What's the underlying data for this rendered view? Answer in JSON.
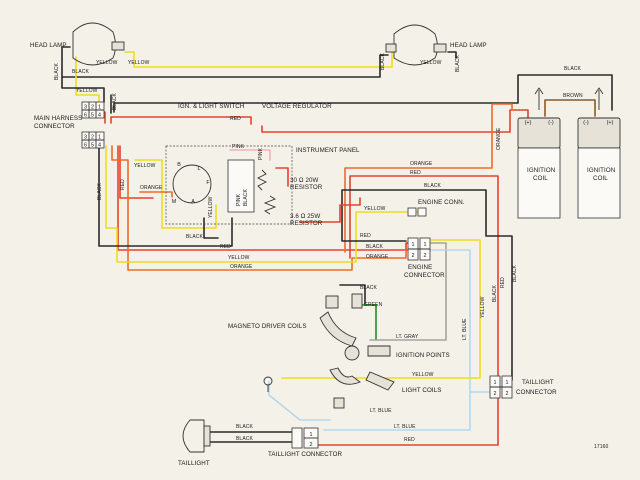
{
  "components": {
    "head_lamp_left": "HEAD LAMP",
    "head_lamp_right": "HEAD LAMP",
    "main_harness_connector": [
      "MAIN HARNESS",
      "CONNECTOR"
    ],
    "ign_light_switch": "IGN. & LIGHT SWITCH",
    "voltage_regulator": "VOLTAGE REGULATOR",
    "instrument_panel": "INSTRUMENT PANEL",
    "resistor_30": [
      "30 Ω 20W",
      "RESISTOR"
    ],
    "resistor_3_6": [
      "3.6 Ω 25W",
      "RESISTOR"
    ],
    "ignition_coil_left": [
      "IGNITION",
      "COIL"
    ],
    "ignition_coil_right": [
      "IGNITION",
      "COIL"
    ],
    "engine_conn": "ENGINE CONN.",
    "engine_connector": [
      "ENGINE",
      "CONNECTOR"
    ],
    "magneto_driver_coils": "MAGNETO DRIVER COILS",
    "ignition_points": "IGNITION POINTS",
    "light_coils": "LIGHT COILS",
    "taillight_connector_right": [
      "TAILLIGHT",
      "CONNECTOR"
    ],
    "taillight": "TAILLIGHT",
    "taillight_connector_bottom": "TAILLIGHT CONNECTOR",
    "figure_number": "17160"
  },
  "pins": {
    "main_harness_top": [
      "3",
      "2",
      "1",
      "6",
      "5",
      "4"
    ],
    "main_harness_bottom": [
      "3",
      "2",
      "1",
      "6",
      "5",
      "4"
    ],
    "engine_connector": [
      "1",
      "2",
      "1",
      "2"
    ],
    "taillight_connector_right": [
      "1",
      "2",
      "1",
      "2"
    ],
    "taillight_connector_bottom": [
      "1",
      "2"
    ],
    "coil_terminals": [
      "(+)",
      "(-)",
      "(-)",
      "(+)"
    ],
    "switch_terminals": [
      "B",
      "L",
      "M",
      "A",
      "F"
    ],
    "regulator_terminals": [
      "PINK",
      "BLACK"
    ]
  },
  "wire_labels": {
    "black": "BLACK",
    "yellow": "YELLOW",
    "red": "RED",
    "orange": "ORANGE",
    "pink": "PINK",
    "brown": "BROWN",
    "green": "GREEN",
    "lt_gray": "LT. GRAY",
    "lt_blue": "LT. BLUE"
  },
  "colors": {
    "black": "#2a2a2a",
    "yellow": "#f2dc1c",
    "red": "#e6422c",
    "orange": "#f06a28",
    "lt_blue": "#b4d8ec",
    "lt_gray": "#a9a3a0",
    "green": "#1f8f2a",
    "brown": "#8a5a2b",
    "pink": "#f2b3b8",
    "paper": "#f4f1e8"
  }
}
